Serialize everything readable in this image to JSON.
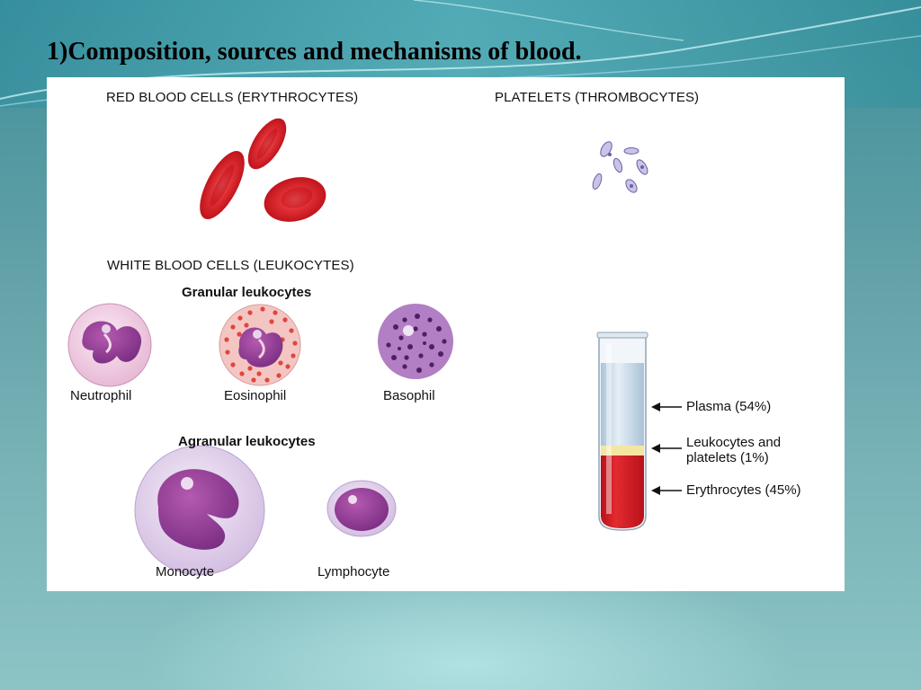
{
  "slide": {
    "title": "1)Composition, sources and mechanisms of blood."
  },
  "figure": {
    "red_cells_heading": "RED BLOOD CELLS (ERYTHROCYTES)",
    "platelets_heading": "PLATELETS (THROMBOCYTES)",
    "white_cells_heading": "WHITE BLOOD CELLS (LEUKOCYTES)",
    "granular_heading": "Granular leukocytes",
    "agranular_heading": "Agranular leukocytes",
    "cells": {
      "neutrophil": "Neutrophil",
      "eosinophil": "Eosinophil",
      "basophil": "Basophil",
      "monocyte": "Monocyte",
      "lymphocyte": "Lymphocyte"
    },
    "tube": {
      "plasma": "Plasma (54%)",
      "buffy_line1": "Leukocytes and",
      "buffy_line2": "platelets (1%)",
      "erythrocytes": "Erythrocytes (45%)"
    }
  },
  "colors": {
    "rbc": "#d42126",
    "nucleus": "#8a3c8f",
    "eosin_granule": "#e0463e",
    "baso_granule": "#5a2470"
  }
}
